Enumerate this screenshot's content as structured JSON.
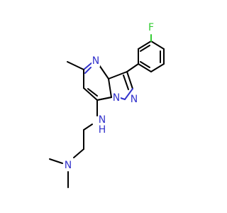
{
  "molecule": {
    "atom_labels": {
      "fluorine": "F",
      "pyrimidine_n": "N",
      "pyrazole_n1": "N",
      "pyrazole_n2": "N",
      "amine_n": "N",
      "amine_h": "H",
      "dimethyl_n": "N"
    },
    "colors": {
      "bond": "#000000",
      "nitrogen": "#3333cc",
      "fluorine": "#33cc33"
    }
  }
}
